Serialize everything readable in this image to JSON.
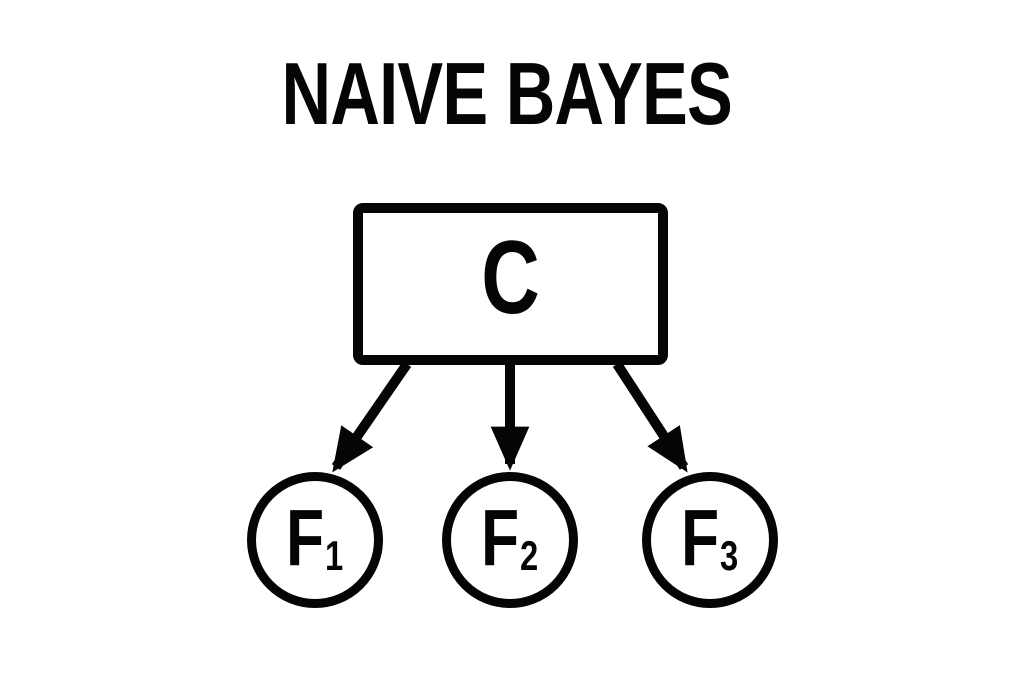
{
  "title": "NAIVE BAYES",
  "diagram": {
    "type": "bayesian-network",
    "class_node": {
      "id": "C",
      "label": "C",
      "shape": "rectangle"
    },
    "feature_nodes": [
      {
        "id": "F1",
        "base": "F",
        "sub": "1",
        "shape": "circle"
      },
      {
        "id": "F2",
        "base": "F",
        "sub": "2",
        "shape": "circle"
      },
      {
        "id": "F3",
        "base": "F",
        "sub": "3",
        "shape": "circle"
      }
    ],
    "edges": [
      {
        "from": "C",
        "to": "F1"
      },
      {
        "from": "C",
        "to": "F2"
      },
      {
        "from": "C",
        "to": "F3"
      }
    ]
  },
  "colors": {
    "ink": "#050505",
    "background": "#ffffff"
  }
}
